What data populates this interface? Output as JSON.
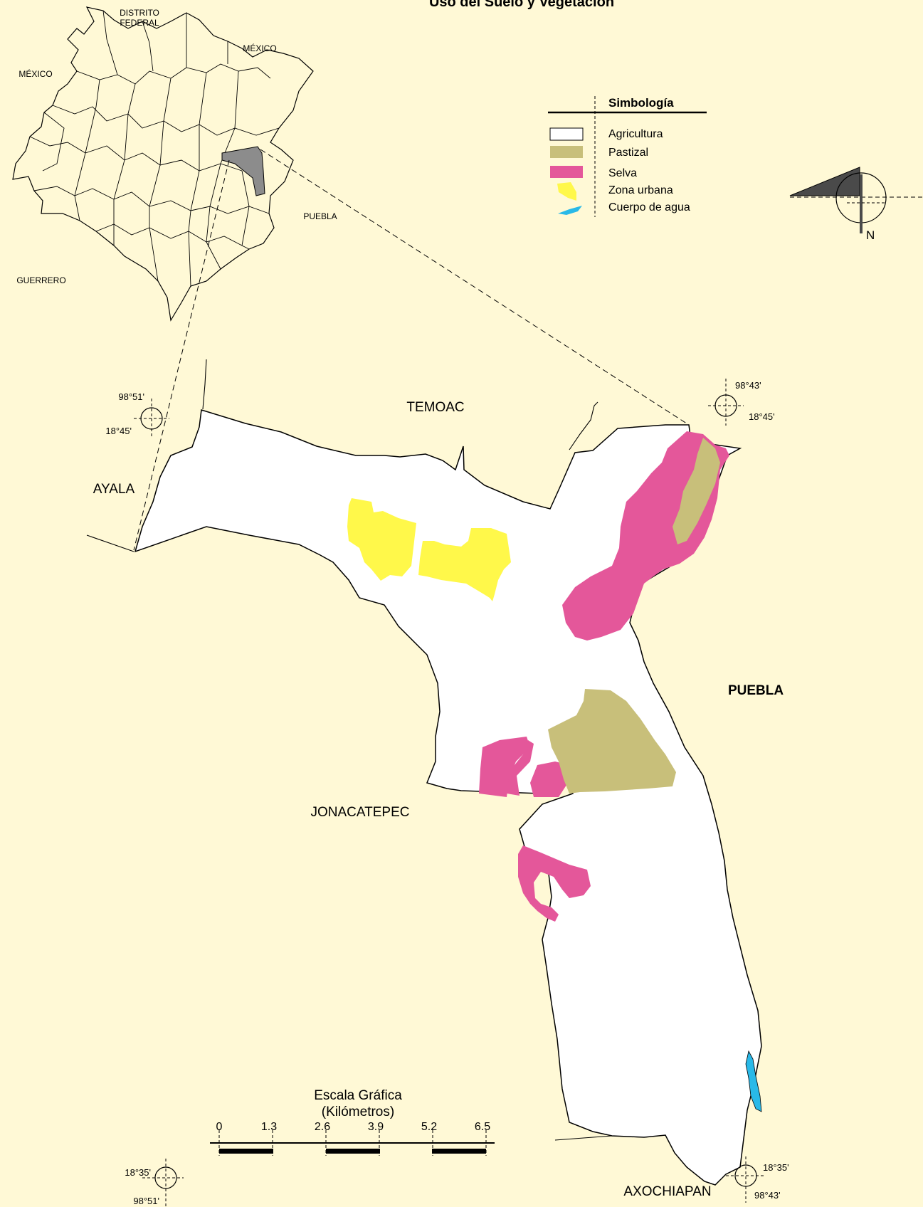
{
  "title": "Uso del Suelo y Vegetación",
  "colors": {
    "background": "#fff9d6",
    "agricultura": "#ffffff",
    "pastizal": "#c8bf7a",
    "selva": "#e4579a",
    "zona_urbana": "#fff84a",
    "cuerpo_agua": "#29b9e8",
    "highlight": "#8c8c8c"
  },
  "inset_labels": {
    "distrito_federal_1": "DISTRITO",
    "distrito_federal_2": "FEDERAL",
    "mexico_top": "MÉXICO",
    "mexico_left": "MÉXICO",
    "puebla": "PUEBLA",
    "guerrero": "GUERRERO"
  },
  "legend": {
    "heading": "Simbología",
    "items": [
      {
        "label": "Agricultura",
        "color": "#ffffff"
      },
      {
        "label": "Pastizal",
        "color": "#c8bf7a"
      },
      {
        "label": "Selva",
        "color": "#e4579a"
      },
      {
        "label": "Zona urbana",
        "color": "#fff84a"
      },
      {
        "label": "Cuerpo de agua",
        "color": "#29b9e8"
      }
    ]
  },
  "north_label": "N",
  "neighbors": {
    "temoac": "TEMOAC",
    "ayala": "AYALA",
    "puebla": "PUEBLA",
    "jonacatepec": "JONACATEPEC",
    "axochiapan": "AXOCHIAPAN"
  },
  "coordinates": {
    "nw_lon": "98°51'",
    "nw_lat": "18°45'",
    "ne_lon": "98°43'",
    "ne_lat": "18°45'",
    "sw_lat": "18°35'",
    "sw_lon": "98°51'",
    "se_lat": "18°35'",
    "se_lon": "98°43'"
  },
  "scale": {
    "title": "Escala Gráfica",
    "unit": "(Kilómetros)",
    "ticks": [
      "0",
      "1.3",
      "2.6",
      "3.9",
      "5.2",
      "6.5"
    ]
  }
}
